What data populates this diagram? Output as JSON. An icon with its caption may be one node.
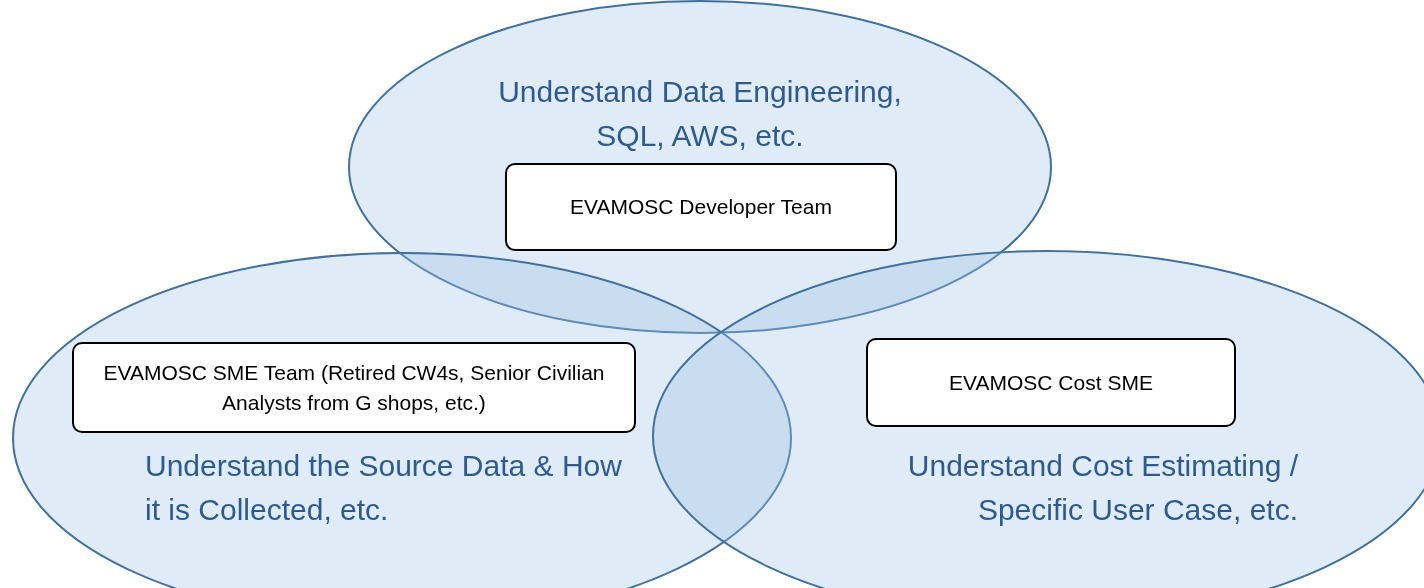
{
  "diagram": {
    "nodes": [
      {
        "text": [
          "Understand Data Engineering, SQL, AWS, etc."
        ]
      },
      {
        "text": [
          "EVAMOSC Developer Team"
        ],
        "in": 0
      },
      {
        "text": [
          "Understand the Source Data & How it is Collected, etc."
        ]
      },
      {
        "text": [
          "EVAMOSC SME Team (Retired CW4s, Senior Civilian Analysts from G shops, etc.)"
        ],
        "in": 2
      },
      {
        "text": [
          "Understand Cost Estimating / Specific User Case, etc."
        ]
      },
      {
        "text": [
          "EVAMOSC Cost SME"
        ],
        "in": 4
      }
    ]
  }
}
